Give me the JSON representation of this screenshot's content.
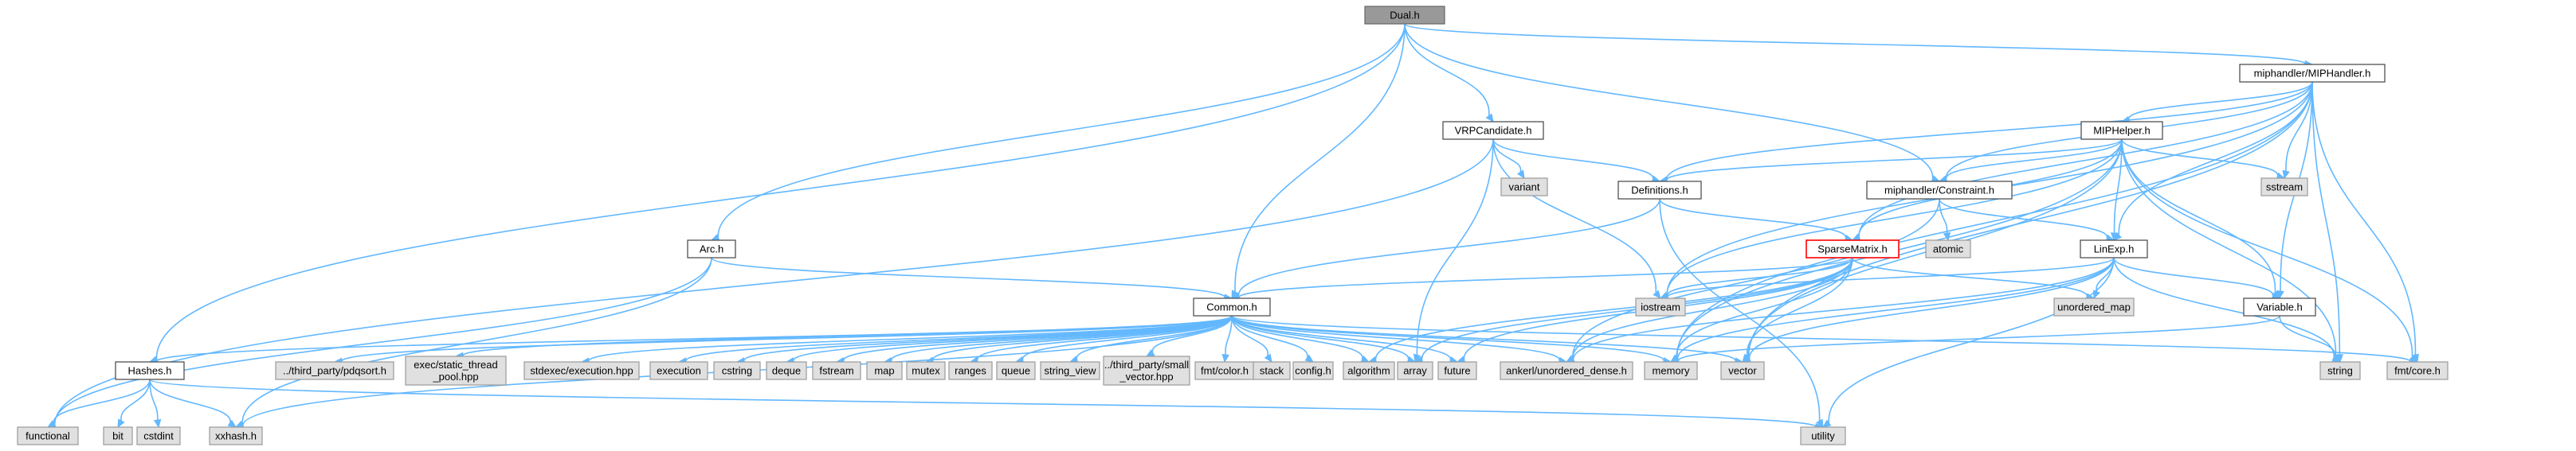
{
  "nodes": [
    {
      "id": "dual",
      "label": "Dual.h",
      "kind": "root"
    },
    {
      "id": "mipmain",
      "label": "miphandler/MIPHandler.h",
      "kind": "file"
    },
    {
      "id": "vrp",
      "label": "VRPCandidate.h",
      "kind": "file"
    },
    {
      "id": "mipmid",
      "label": "MIPHelper.h",
      "kind": "file"
    },
    {
      "id": "defs",
      "label": "Definitions.h",
      "kind": "file"
    },
    {
      "id": "constraint",
      "label": "miphandler/Constraint.h",
      "kind": "file"
    },
    {
      "id": "variant",
      "label": "variant",
      "kind": "sys"
    },
    {
      "id": "sstream",
      "label": "sstream",
      "kind": "sys"
    },
    {
      "id": "arc",
      "label": "Arc.h",
      "kind": "file"
    },
    {
      "id": "sparse",
      "label": "SparseMatrix.h",
      "kind": "hl"
    },
    {
      "id": "atomic",
      "label": "atomic",
      "kind": "sys"
    },
    {
      "id": "linexp",
      "label": "LinExp.h",
      "kind": "file"
    },
    {
      "id": "common",
      "label": "Common.h",
      "kind": "file"
    },
    {
      "id": "iostream",
      "label": "iostream",
      "kind": "sys"
    },
    {
      "id": "umap",
      "label": "unordered_map",
      "kind": "sys"
    },
    {
      "id": "variable",
      "label": "Variable.h",
      "kind": "file"
    },
    {
      "id": "hashes",
      "label": "Hashes.h",
      "kind": "file"
    },
    {
      "id": "pdq",
      "label": "../third_party/pdqsort.h",
      "kind": "sys"
    },
    {
      "id": "exec_pool",
      "label": [
        "exec/static_thread",
        "_pool.hpp"
      ],
      "kind": "sys"
    },
    {
      "id": "stdexec",
      "label": "stdexec/execution.hpp",
      "kind": "sys"
    },
    {
      "id": "execution",
      "label": "execution",
      "kind": "sys"
    },
    {
      "id": "cstring",
      "label": "cstring",
      "kind": "sys"
    },
    {
      "id": "deque",
      "label": "deque",
      "kind": "sys"
    },
    {
      "id": "fstream",
      "label": "fstream",
      "kind": "sys"
    },
    {
      "id": "map",
      "label": "map",
      "kind": "sys"
    },
    {
      "id": "mutex",
      "label": "mutex",
      "kind": "sys"
    },
    {
      "id": "ranges",
      "label": "ranges",
      "kind": "sys"
    },
    {
      "id": "queue",
      "label": "queue",
      "kind": "sys"
    },
    {
      "id": "string_view",
      "label": "string_view",
      "kind": "sys"
    },
    {
      "id": "smallvec",
      "label": [
        "../third_party/small",
        "_vector.hpp"
      ],
      "kind": "sys"
    },
    {
      "id": "fmtcolor",
      "label": "fmt/color.h",
      "kind": "sys"
    },
    {
      "id": "stack",
      "label": "stack",
      "kind": "sys"
    },
    {
      "id": "config",
      "label": "config.h",
      "kind": "sys"
    },
    {
      "id": "algorithm",
      "label": "algorithm",
      "kind": "sys"
    },
    {
      "id": "array",
      "label": "array",
      "kind": "sys"
    },
    {
      "id": "future",
      "label": "future",
      "kind": "sys"
    },
    {
      "id": "ankerl",
      "label": "ankerl/unordered_dense.h",
      "kind": "sys"
    },
    {
      "id": "memory",
      "label": "memory",
      "kind": "sys"
    },
    {
      "id": "vector",
      "label": "vector",
      "kind": "sys"
    },
    {
      "id": "string",
      "label": "string",
      "kind": "sys"
    },
    {
      "id": "fmtcore",
      "label": "fmt/core.h",
      "kind": "sys"
    },
    {
      "id": "functional",
      "label": "functional",
      "kind": "sys"
    },
    {
      "id": "bit",
      "label": "bit",
      "kind": "sys"
    },
    {
      "id": "cstdint",
      "label": "cstdint",
      "kind": "sys"
    },
    {
      "id": "xxhash",
      "label": "xxhash.h",
      "kind": "sys"
    },
    {
      "id": "utility",
      "label": "utility",
      "kind": "sys"
    }
  ],
  "edges": [
    [
      "dual",
      "mipmain"
    ],
    [
      "dual",
      "vrp"
    ],
    [
      "dual",
      "constraint"
    ],
    [
      "dual",
      "arc"
    ],
    [
      "dual",
      "common"
    ],
    [
      "dual",
      "hashes"
    ],
    [
      "mipmain",
      "mipmid"
    ],
    [
      "mipmain",
      "defs"
    ],
    [
      "mipmain",
      "constraint"
    ],
    [
      "mipmain",
      "sparse"
    ],
    [
      "mipmain",
      "linexp"
    ],
    [
      "mipmain",
      "iostream"
    ],
    [
      "mipmain",
      "variable"
    ],
    [
      "mipmain",
      "sstream"
    ],
    [
      "mipmain",
      "memory"
    ],
    [
      "mipmain",
      "vector"
    ],
    [
      "mipmain",
      "string"
    ],
    [
      "mipmain",
      "fmtcore"
    ],
    [
      "vrp",
      "defs"
    ],
    [
      "vrp",
      "variant"
    ],
    [
      "vrp",
      "iostream"
    ],
    [
      "vrp",
      "functional"
    ],
    [
      "vrp",
      "array"
    ],
    [
      "mipmid",
      "defs"
    ],
    [
      "mipmid",
      "constraint"
    ],
    [
      "mipmid",
      "sparse"
    ],
    [
      "mipmid",
      "linexp"
    ],
    [
      "mipmid",
      "variable"
    ],
    [
      "mipmid",
      "sstream"
    ],
    [
      "mipmid",
      "iostream"
    ],
    [
      "mipmid",
      "memory"
    ],
    [
      "mipmid",
      "vector"
    ],
    [
      "mipmid",
      "string"
    ],
    [
      "mipmid",
      "fmtcore"
    ],
    [
      "defs",
      "common"
    ],
    [
      "defs",
      "sparse"
    ],
    [
      "defs",
      "utility"
    ],
    [
      "constraint",
      "linexp"
    ],
    [
      "constraint",
      "atomic"
    ],
    [
      "constraint",
      "ankerl"
    ],
    [
      "arc",
      "common"
    ],
    [
      "arc",
      "functional"
    ],
    [
      "arc",
      "xxhash"
    ],
    [
      "sparse",
      "common"
    ],
    [
      "sparse",
      "iostream"
    ],
    [
      "sparse",
      "umap"
    ],
    [
      "sparse",
      "algorithm"
    ],
    [
      "sparse",
      "array"
    ],
    [
      "sparse",
      "future"
    ],
    [
      "sparse",
      "memory"
    ],
    [
      "sparse",
      "vector"
    ],
    [
      "sparse",
      "ankerl"
    ],
    [
      "linexp",
      "iostream"
    ],
    [
      "linexp",
      "umap"
    ],
    [
      "linexp",
      "variable"
    ],
    [
      "linexp",
      "ankerl"
    ],
    [
      "linexp",
      "memory"
    ],
    [
      "linexp",
      "vector"
    ],
    [
      "linexp",
      "string"
    ],
    [
      "linexp",
      "utility"
    ],
    [
      "variable",
      "memory"
    ],
    [
      "variable",
      "string"
    ],
    [
      "common",
      "hashes"
    ],
    [
      "common",
      "xxhash"
    ],
    [
      "common",
      "pdq"
    ],
    [
      "common",
      "exec_pool"
    ],
    [
      "common",
      "stdexec"
    ],
    [
      "common",
      "execution"
    ],
    [
      "common",
      "cstring"
    ],
    [
      "common",
      "deque"
    ],
    [
      "common",
      "fstream"
    ],
    [
      "common",
      "map"
    ],
    [
      "common",
      "mutex"
    ],
    [
      "common",
      "ranges"
    ],
    [
      "common",
      "queue"
    ],
    [
      "common",
      "string_view"
    ],
    [
      "common",
      "smallvec"
    ],
    [
      "common",
      "fmtcolor"
    ],
    [
      "common",
      "stack"
    ],
    [
      "common",
      "config"
    ],
    [
      "common",
      "algorithm"
    ],
    [
      "common",
      "array"
    ],
    [
      "common",
      "future"
    ],
    [
      "common",
      "ankerl"
    ],
    [
      "common",
      "memory"
    ],
    [
      "common",
      "vector"
    ],
    [
      "common",
      "fmtcore"
    ],
    [
      "hashes",
      "functional"
    ],
    [
      "hashes",
      "bit"
    ],
    [
      "hashes",
      "cstdint"
    ],
    [
      "hashes",
      "xxhash"
    ],
    [
      "hashes",
      "utility"
    ]
  ],
  "colors": {
    "edge": "#63b8ff",
    "file_fill": "#ffffff",
    "file_border": "#444444",
    "sys_fill": "#e0e0e0",
    "sys_border": "#999999",
    "root_fill": "#999999",
    "highlight_border": "#ff0000"
  }
}
